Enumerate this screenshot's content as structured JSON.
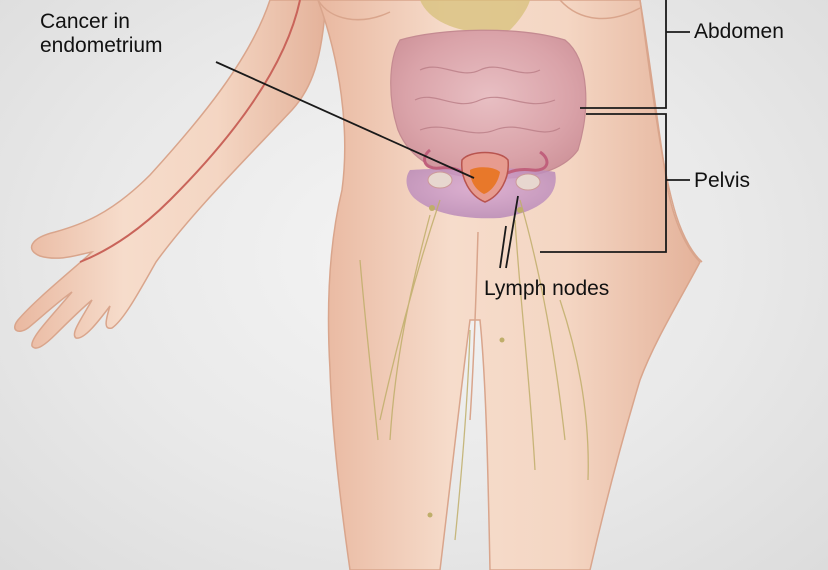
{
  "labels": {
    "cancer_line1": "Cancer in",
    "cancer_line2": "endometrium",
    "abdomen": "Abdomen",
    "pelvis": "Pelvis",
    "lymph_nodes": "Lymph nodes"
  },
  "colors": {
    "skin": "#f3d3bf",
    "skin_shade": "#e3b39c",
    "intestine": "#e0a9ad",
    "uterus_tumor": "#e8782a",
    "vessel": "#c9645a",
    "lymph_vessel": "#bfae6a",
    "leader_line": "#1a1a1a"
  }
}
